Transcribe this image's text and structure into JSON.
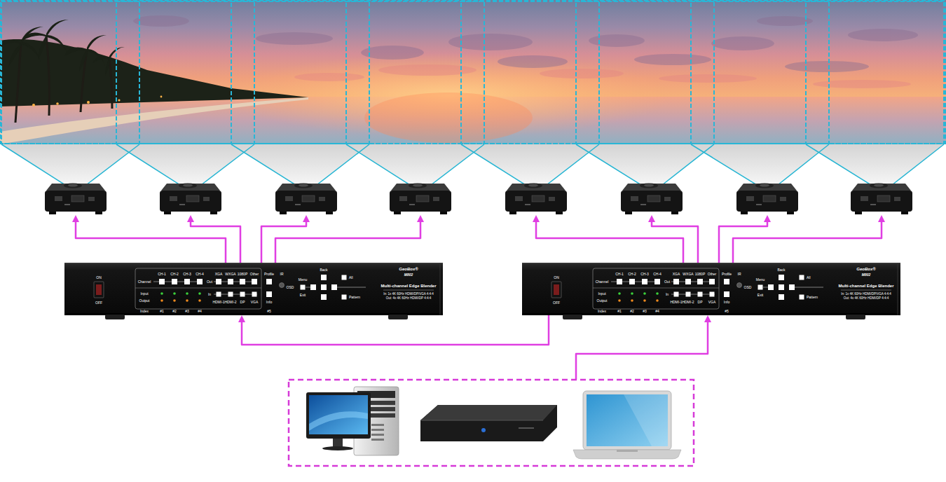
{
  "diagram": {
    "nodes": [
      {
        "text": [
          "ON",
          "OFF",
          "CH-1",
          "CH-2",
          "CH-3",
          "CH-4",
          "XGA",
          "WXGA",
          "1080P",
          "Other",
          "Channel",
          "Out",
          "Input",
          "Output",
          "In",
          "HDMI-1",
          "HDMI-2",
          "DP",
          "VGA",
          "Index",
          "#1",
          "#2",
          "#3",
          "#4",
          "#5",
          "Profile",
          "Info",
          "IR",
          "Back",
          "Menu",
          "Exit",
          "OSD",
          "All",
          "Pattern",
          "GeoBox®",
          "M802",
          "Multi-channel Edge Blender",
          "In: 1x 4K 60Hz HDMI/DP/VGA 4:4:4",
          "Out: 4x 4K 60Hz HDMI/DP 4:4:4"
        ]
      },
      {
        "text": [
          "ON",
          "OFF",
          "CH-1",
          "CH-2",
          "CH-3",
          "CH-4",
          "XGA",
          "WXGA",
          "1080P",
          "Other",
          "Channel",
          "Out",
          "Input",
          "Output",
          "In",
          "HDMI-1",
          "HDMI-2",
          "DP",
          "VGA",
          "Index",
          "#1",
          "#2",
          "#3",
          "#4",
          "#5",
          "Profile",
          "Info",
          "IR",
          "Back",
          "Menu",
          "Exit",
          "OSD",
          "All",
          "Pattern",
          "GeoBox®",
          "M802",
          "Multi-channel Edge Blender",
          "In: 1x 4K 60Hz HDMI/DP/VGA 4:4:4",
          "Out: 4x 4K 60Hz HDMI/DP 4:4:4"
        ]
      }
    ],
    "edges": [
      {
        "from": 1,
        "to": 0,
        "arrow": "to"
      }
    ]
  }
}
